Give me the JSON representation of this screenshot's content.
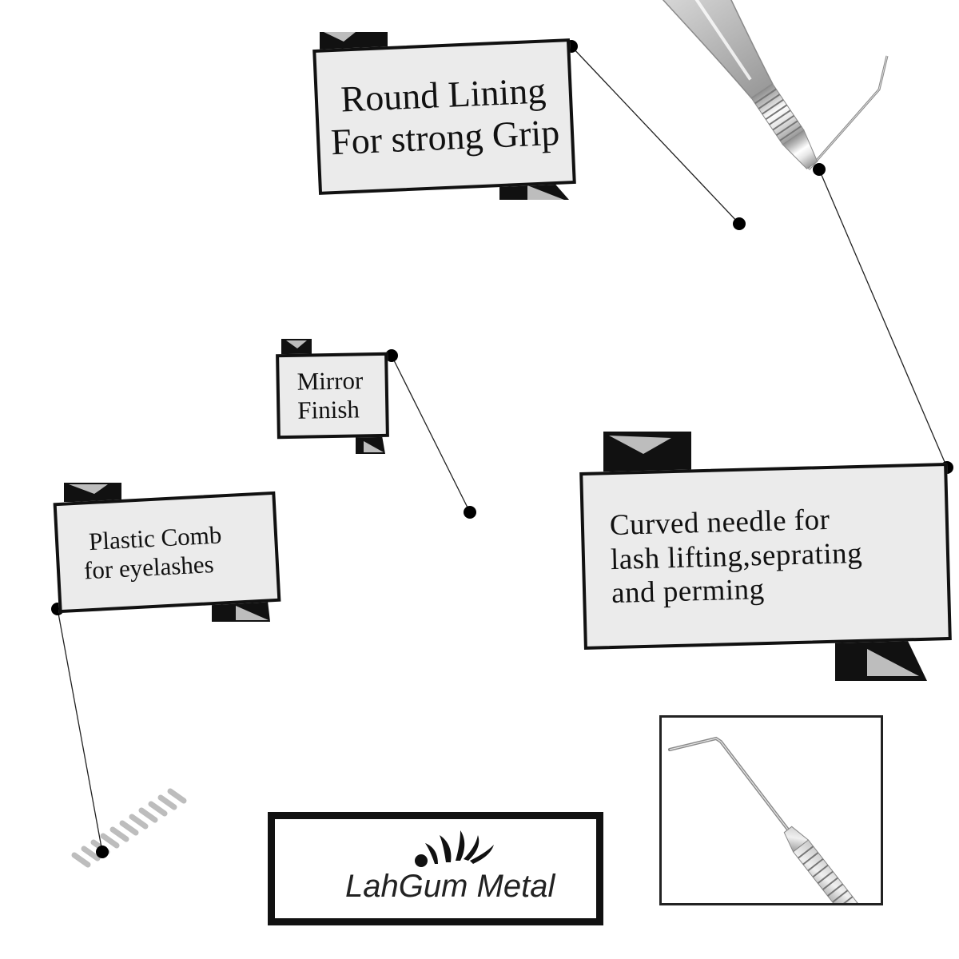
{
  "labels": {
    "round_lining": [
      "Round Lining",
      "For strong Grip"
    ],
    "mirror_finish": [
      "Mirror",
      "Finish"
    ],
    "plastic_comb": [
      "Plastic Comb",
      "for eyelashes"
    ],
    "curved_needle": [
      "Curved needle for",
      "lash lifting,seprating",
      "and perming"
    ]
  },
  "logo": {
    "brand_name": "LahGum Metal"
  },
  "colors": {
    "banner_fill": "#ebebeb",
    "outline": "#111111",
    "metal_light": "#eeeeee",
    "metal_mid": "#c8c8c8",
    "metal_dark": "#9a9a9a",
    "comb_white": "#f4f4f4"
  },
  "icons": [
    "ribbon-tail-icon",
    "leader-dot-icon",
    "brand-flame-icon"
  ]
}
